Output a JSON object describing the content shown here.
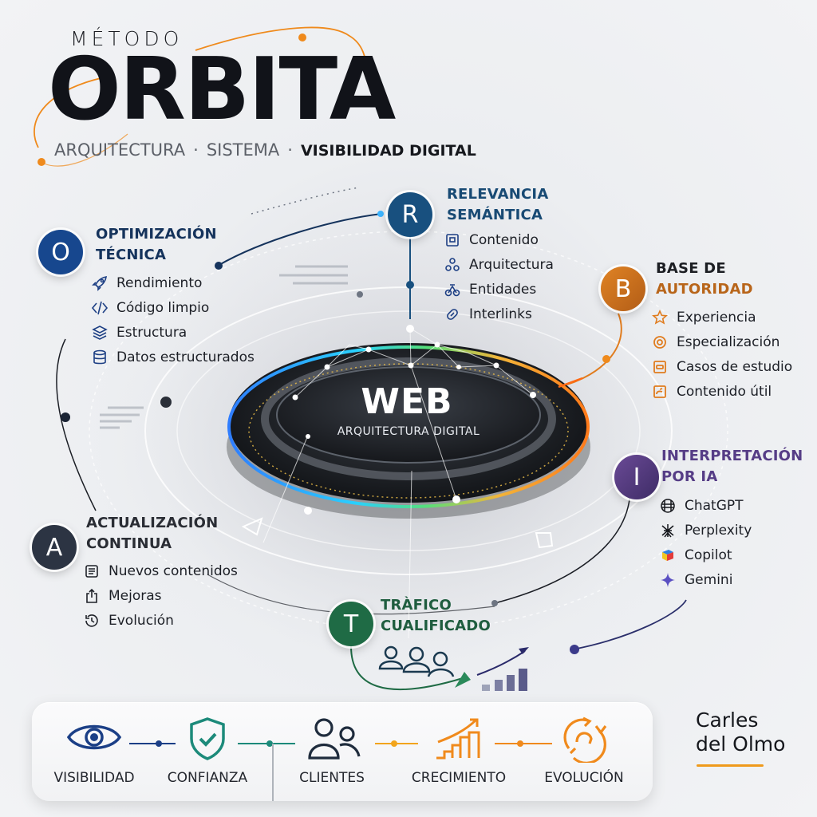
{
  "header": {
    "kicker": "MÉTODO",
    "brand": "ORBITA",
    "tagline": [
      "ARQUITECTURA",
      "SISTEMA",
      "VISIBILIDAD DIGITAL"
    ],
    "tagline_separator": "·"
  },
  "center": {
    "title": "WEB",
    "subtitle": "ARQUITECTURA DIGITAL"
  },
  "pillars": {
    "O": {
      "letter": "O",
      "title_line1": "OPTIMIZACIÓN",
      "title_line2": "TÉCNICA",
      "color": "#17478e",
      "items": [
        {
          "icon": "rocket-icon",
          "label": "Rendimiento"
        },
        {
          "icon": "code-icon",
          "label": "Código limpio"
        },
        {
          "icon": "layers-icon",
          "label": "Estructura"
        },
        {
          "icon": "database-icon",
          "label": "Datos estructurados"
        }
      ]
    },
    "R": {
      "letter": "R",
      "title_line1": "RELEVANCIA",
      "title_line2": "SEMÁNTICA",
      "color": "#18507f",
      "items": [
        {
          "icon": "content-icon",
          "label": "Contenido"
        },
        {
          "icon": "architecture-nodes-icon",
          "label": "Arquitectura"
        },
        {
          "icon": "entities-icon",
          "label": "Entidades"
        },
        {
          "icon": "link-icon",
          "label": "Interlinks"
        }
      ]
    },
    "B": {
      "letter": "B",
      "title_line1": "BASE DE",
      "title_line2": "AUTORIDAD",
      "color": "#c8741e",
      "items": [
        {
          "icon": "star-icon",
          "label": "Experiencia"
        },
        {
          "icon": "target-icon",
          "label": "Especialización"
        },
        {
          "icon": "case-study-icon",
          "label": "Casos de estudio"
        },
        {
          "icon": "useful-content-icon",
          "label": "Contenido útil"
        }
      ]
    },
    "I": {
      "letter": "I",
      "title_line1": "INTERPRETACIÓN",
      "title_line2": "POR IA",
      "color": "#5a3f86",
      "items": [
        {
          "icon": "chatgpt-icon",
          "label": "ChatGPT"
        },
        {
          "icon": "perplexity-icon",
          "label": "Perplexity"
        },
        {
          "icon": "copilot-icon",
          "label": "Copilot"
        },
        {
          "icon": "gemini-icon",
          "label": "Gemini"
        }
      ]
    },
    "T": {
      "letter": "T",
      "title_line1": "TRÀFICO",
      "title_line2": "CUALIFICADO",
      "color": "#1f6b45"
    },
    "A": {
      "letter": "A",
      "title_line1": "ACTUALIZACIÓN",
      "title_line2": "CONTINUA",
      "color": "#2c3443",
      "items": [
        {
          "icon": "document-icon",
          "label": "Nuevos contenidos"
        },
        {
          "icon": "upload-icon",
          "label": "Mejoras"
        },
        {
          "icon": "history-icon",
          "label": "Evolución"
        }
      ]
    }
  },
  "flow": {
    "steps": [
      {
        "icon": "eye-icon",
        "label": "VISIBILIDAD",
        "color": "#1b3f86"
      },
      {
        "icon": "shield-check-icon",
        "label": "CONFIANZA",
        "color": "#1c8a7a"
      },
      {
        "icon": "users-icon",
        "label": "CLIENTES",
        "color": "#1f2c3d"
      },
      {
        "icon": "growth-chart-icon",
        "label": "CRECIMIENTO",
        "color": "#f08a1c"
      },
      {
        "icon": "cycle-icon",
        "label": "EVOLUCIÓN",
        "color": "#f08a1c"
      }
    ]
  },
  "author": {
    "line1": "Carles",
    "line2": "del Olmo",
    "accent": "#ef9a1c"
  }
}
